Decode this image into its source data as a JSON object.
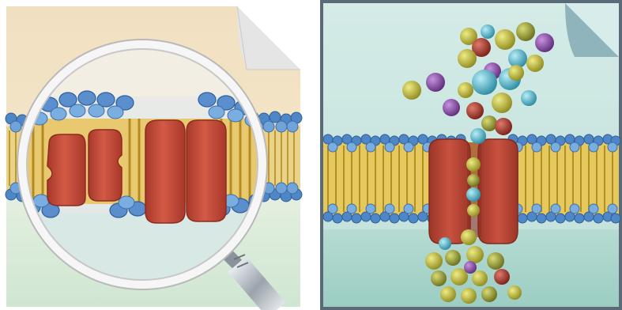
{
  "panels": [
    {
      "id": "magnified-membrane",
      "elements": [
        "outer-fluid",
        "inner-fluid",
        "lipid-bilayer",
        "magnifying-glass",
        "channel-protein",
        "carrier-protein",
        "page-curl"
      ]
    },
    {
      "id": "channel-transport",
      "elements": [
        "outer-fluid",
        "inner-fluid",
        "lipid-bilayer",
        "channel-protein",
        "solute-particles",
        "page-curl"
      ]
    }
  ],
  "colors": {
    "outer_fluid_left": "#f3e3c6",
    "inner_fluid_left": "#d9ecd9",
    "outer_fluid_right": "#cfe6e2",
    "inner_fluid_right": "#a9d4cc",
    "phospholipid_head": "#4f86c6",
    "phospholipid_tail": "#d9b54a",
    "protein": "#c4503f",
    "protein_dark": "#9a3326",
    "lens_rim": "#d9d9d9",
    "handle": "#a8b0b8",
    "particle_yellow": "#c8c23a",
    "particle_purple": "#8c4fa8",
    "particle_red": "#b03a30",
    "particle_cyan": "#5fb8c9",
    "particle_olive": "#9aa03a"
  }
}
